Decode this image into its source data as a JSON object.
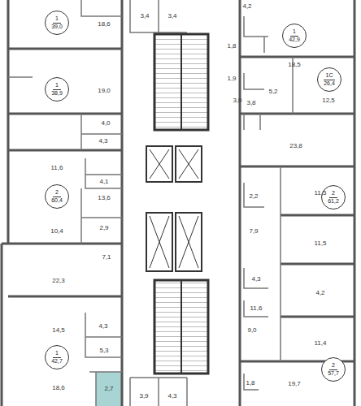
{
  "diagram": {
    "nodes": [
      {
        "text": [
          "1",
          "39,0"
        ]
      },
      {
        "text": [
          "1",
          "38,9"
        ]
      },
      {
        "text": [
          "2",
          "60,4"
        ]
      },
      {
        "text": [
          "1",
          "42,7"
        ]
      },
      {
        "text": [
          "1",
          "42,9"
        ]
      },
      {
        "text": [
          "1С",
          "26,4"
        ]
      },
      {
        "text": [
          "2",
          "61,2"
        ]
      },
      {
        "text": [
          "2",
          "57,7"
        ]
      }
    ],
    "labels": [
      "18,6",
      "19,0",
      "4,0",
      "4,3",
      "11,6",
      "4,1",
      "13,6",
      "2,9",
      "10,4",
      "7,1",
      "22,3",
      "14,5",
      "4,3",
      "5,3",
      "18,6",
      "2,7",
      "3,4",
      "3,4",
      "3,9",
      "4,3",
      "4,2",
      "1,8",
      "18,5",
      "1,9",
      "3,0",
      "5,2",
      "12,5",
      "3,8",
      "23,8",
      "2,2",
      "11,5",
      "7,9",
      "11,5",
      "4,3",
      "11,6",
      "4,2",
      "9,0",
      "11,4",
      "1,8",
      "19,7"
    ]
  }
}
